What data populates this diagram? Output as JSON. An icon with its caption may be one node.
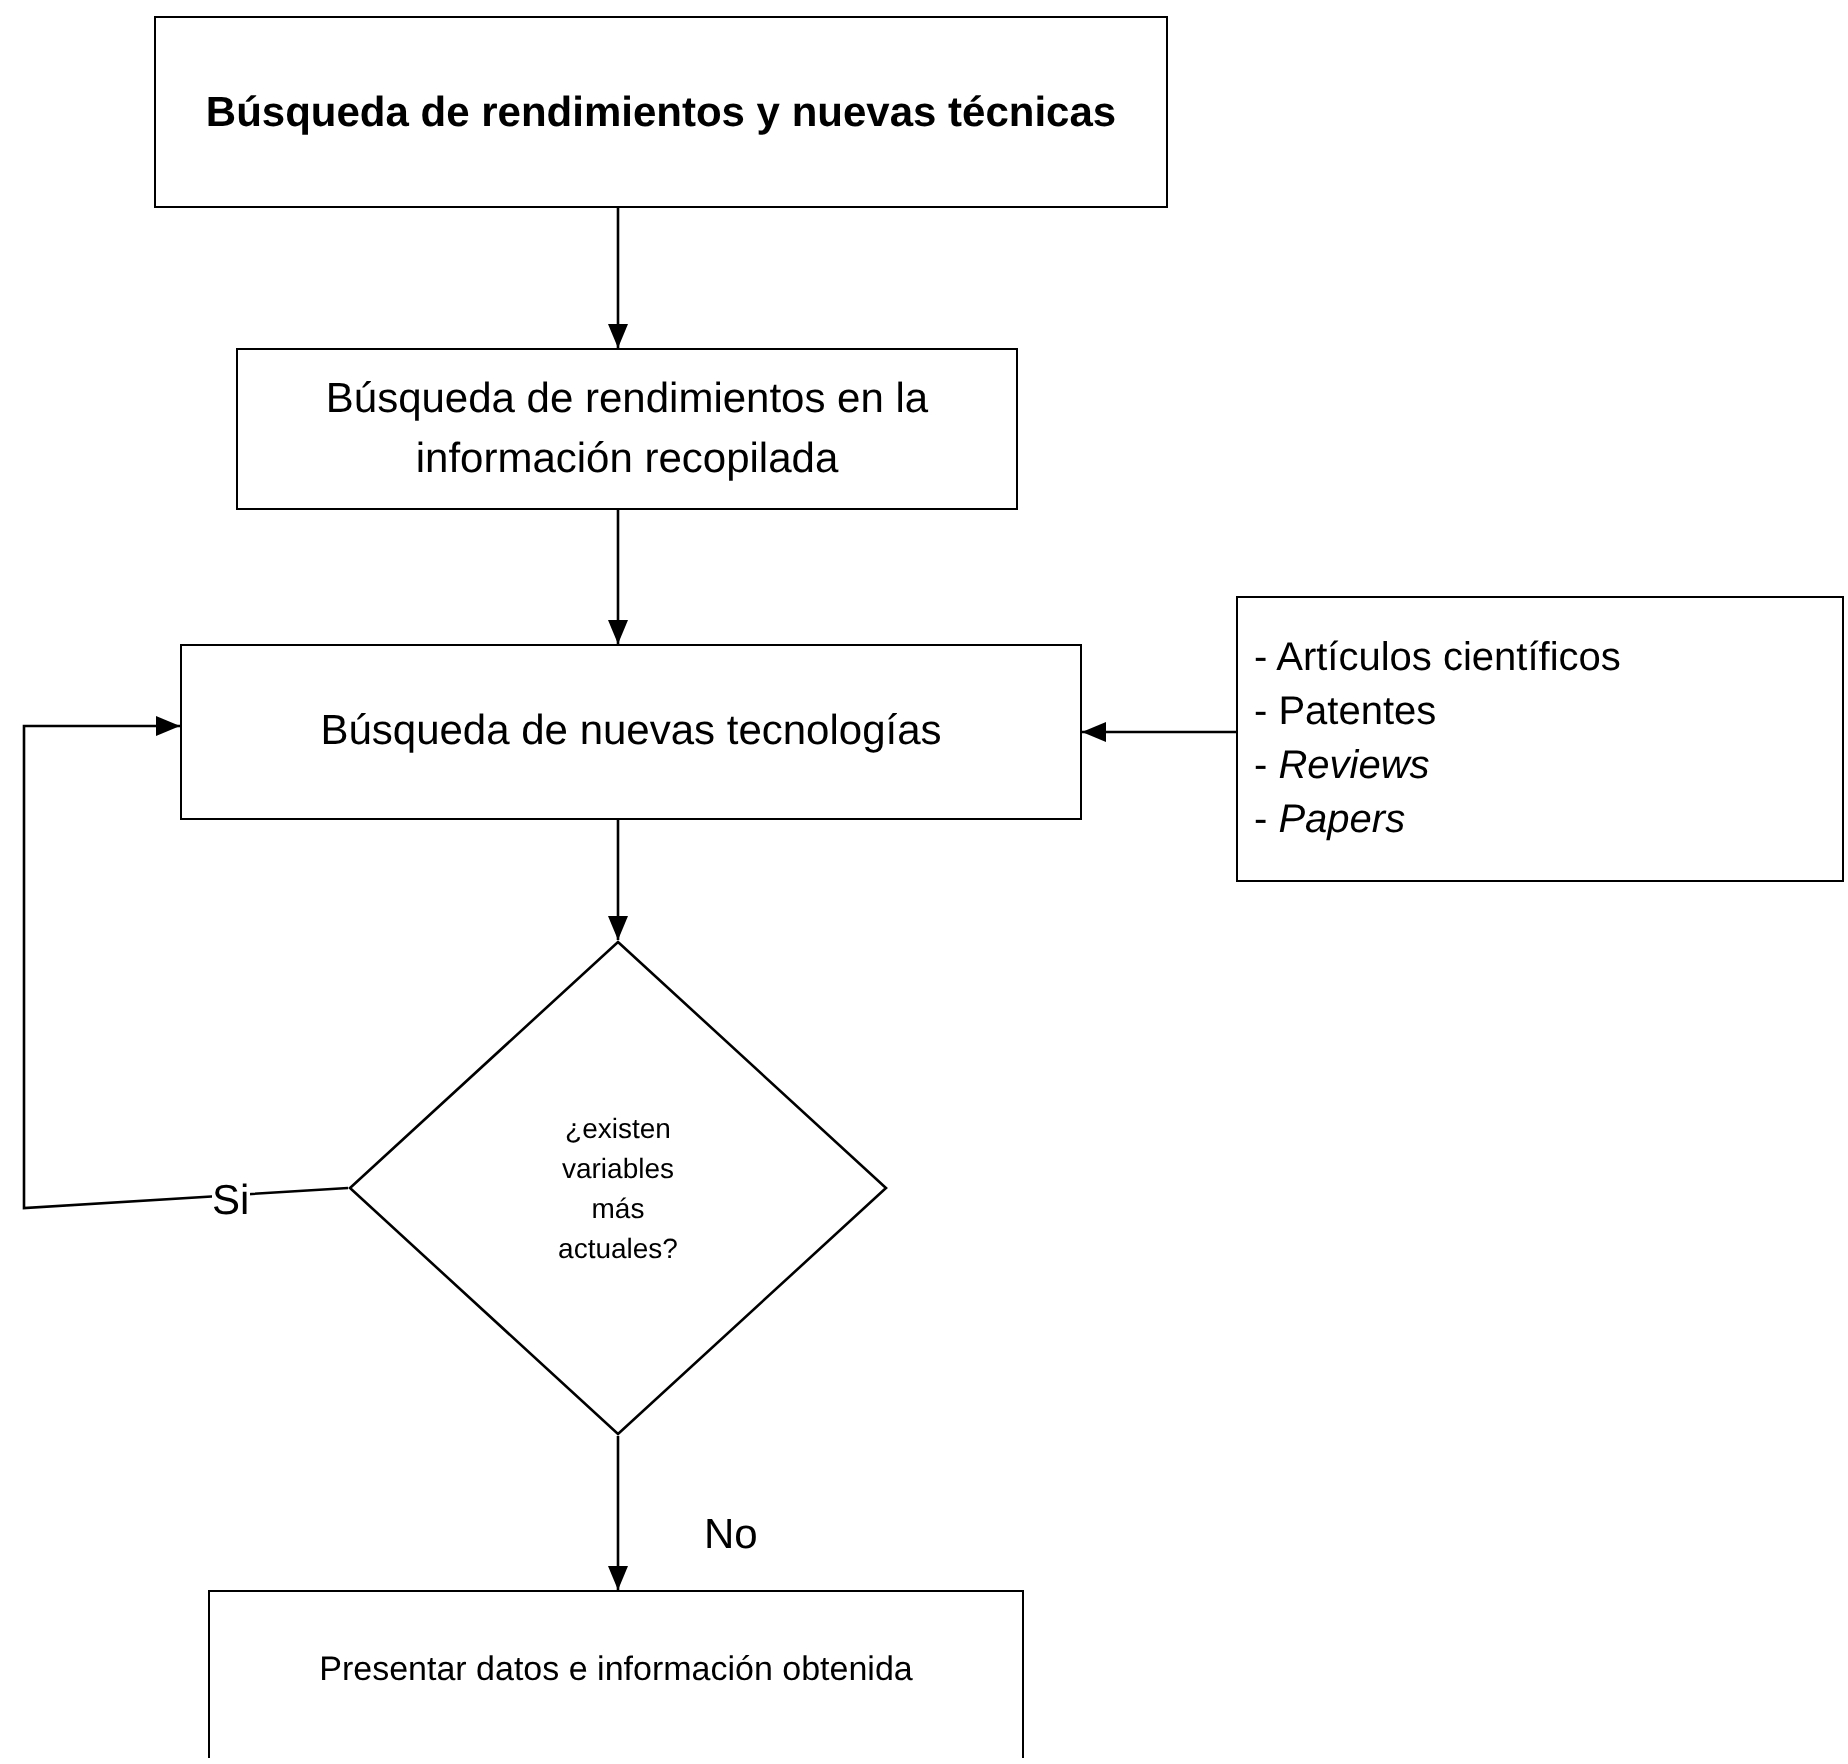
{
  "diagram": {
    "nodes": [
      {
        "text": [
          "Búsqueda de rendimientos y nuevas técnicas"
        ]
      },
      {
        "text": [
          "Búsqueda de rendimientos en la información recopilada"
        ]
      },
      {
        "text": [
          "Búsqueda de nuevas tecnologías"
        ]
      },
      {
        "text": [
          "- Artículos científicos",
          "- Patentes",
          "- *Reviews*",
          "- *Papers*"
        ]
      },
      {
        "text": [
          "¿existen variables más actuales?"
        ]
      },
      {
        "text": [
          "Presentar datos e información obtenida"
        ]
      }
    ],
    "edges": [
      {
        "from": 0,
        "to": 1,
        "arrow": "to"
      },
      {
        "from": 1,
        "to": 2,
        "arrow": "to"
      },
      {
        "from": 3,
        "to": 2,
        "arrow": "to"
      },
      {
        "from": 2,
        "to": 4,
        "arrow": "to"
      },
      {
        "from": 4,
        "to": 2,
        "arrow": "to",
        "label": "Si"
      },
      {
        "from": 4,
        "to": 5,
        "arrow": "to",
        "label": "No"
      }
    ]
  }
}
